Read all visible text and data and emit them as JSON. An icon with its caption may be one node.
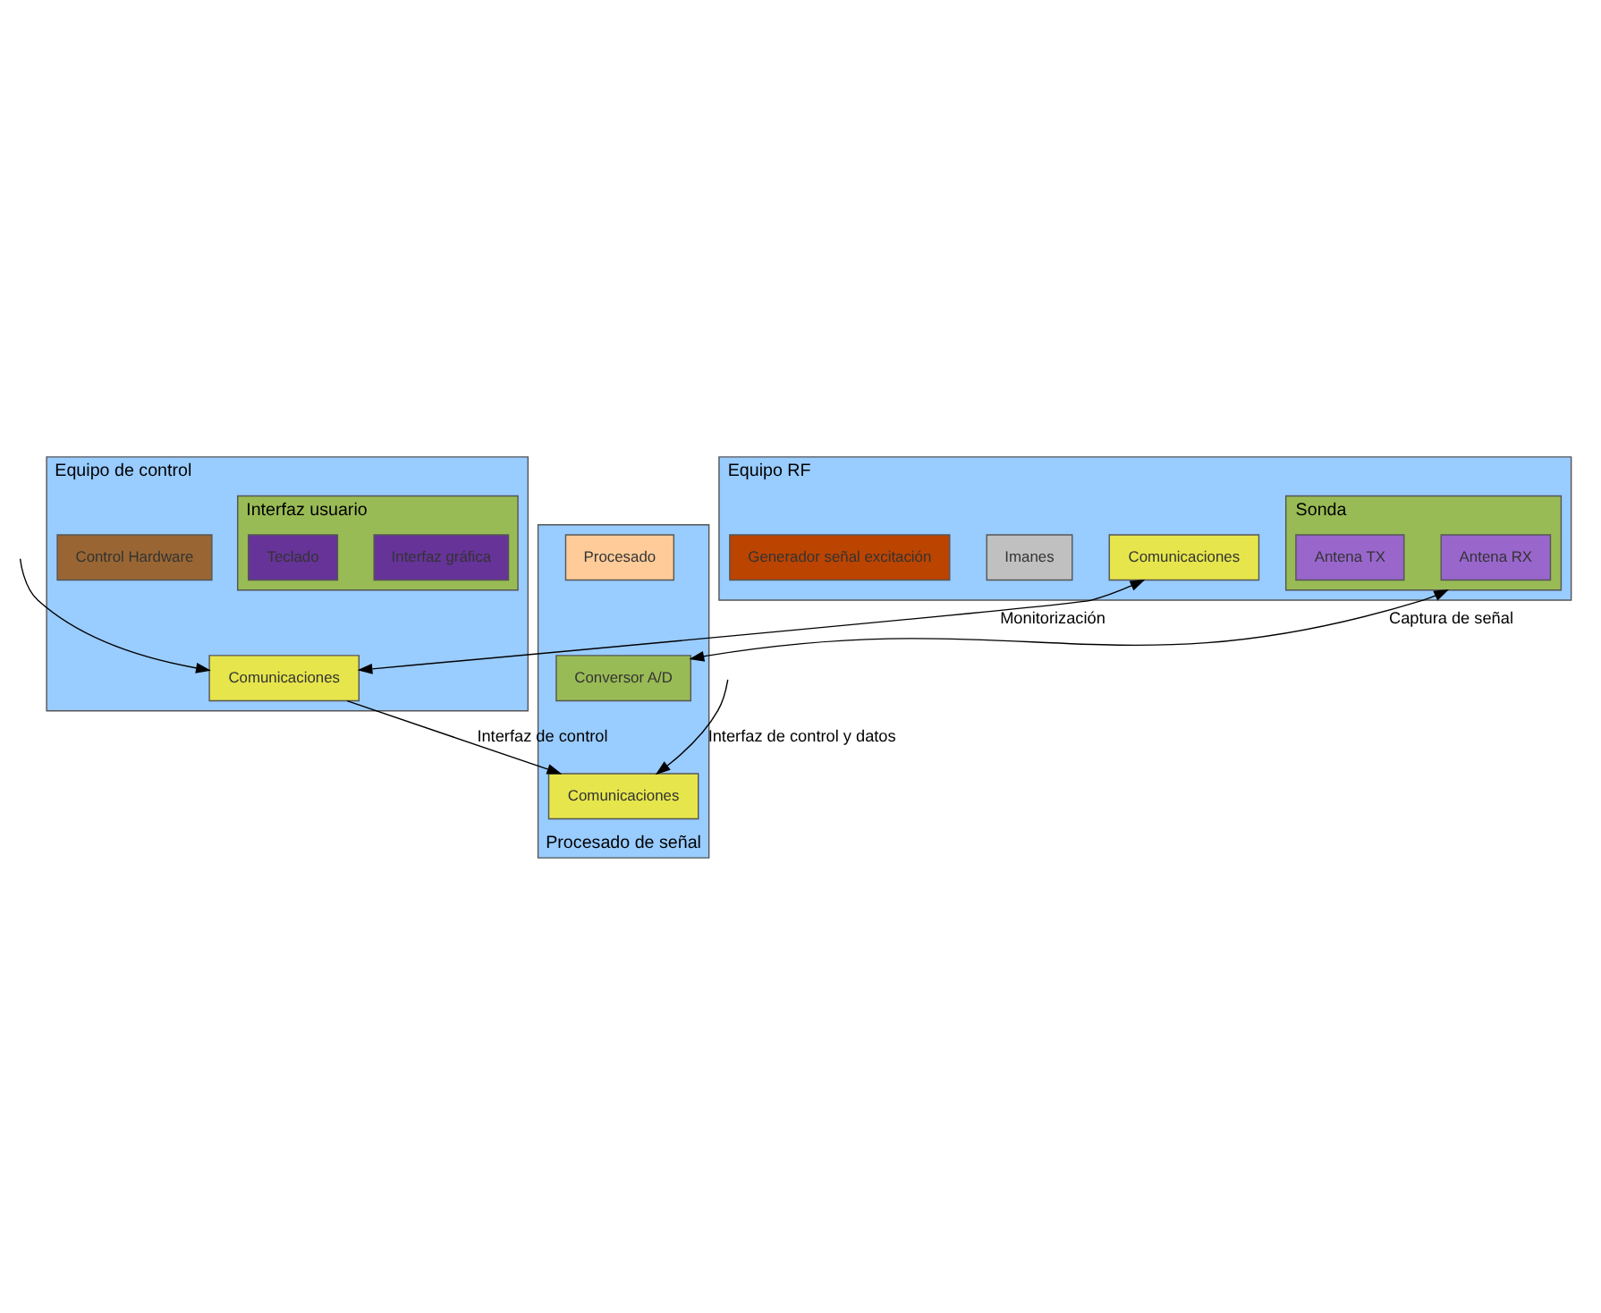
{
  "diagram": {
    "nodes": [
      {
        "text": [
          "Equipo RF"
        ]
      },
      {
        "text": [
          "Comunicaciones"
        ],
        "in": 0
      },
      {
        "text": [
          "Imanes"
        ],
        "in": 0
      },
      {
        "text": [
          "Sonda"
        ],
        "in": 0
      },
      {
        "text": [
          "Antena RX"
        ],
        "in": 3
      },
      {
        "text": [
          "Antena TX"
        ],
        "in": 3
      },
      {
        "text": [
          "Generador señal excitación"
        ],
        "in": 0
      },
      {
        "text": [
          "Equipo de control"
        ]
      },
      {
        "text": [
          "Comunicaciones"
        ],
        "in": 7
      },
      {
        "text": [
          "Control Hardware"
        ],
        "in": 7
      },
      {
        "text": [
          "Interfaz usuario"
        ],
        "in": 7
      },
      {
        "text": [
          "Interfaz gráfica"
        ],
        "in": 10
      },
      {
        "text": [
          "Teclado"
        ],
        "in": 10
      },
      {
        "text": [
          "Procesado de señal"
        ]
      },
      {
        "text": [
          "Procesado"
        ],
        "in": 13
      },
      {
        "text": [
          "Comunicaciones"
        ],
        "in": 13
      },
      {
        "text": [
          "Conversor A/D"
        ],
        "in": 13
      }
    ],
    "edges": [
      {
        "from": 1,
        "to": 8,
        "arrow": "both",
        "label": "Monitorización"
      },
      {
        "from": 8,
        "to": 15,
        "arrow": "to",
        "label": "Interfaz de control"
      },
      {
        "from": null,
        "to": 8,
        "arrow": "to"
      },
      {
        "from": 3,
        "to": 16,
        "arrow": "both",
        "label": "Captura de señal"
      },
      {
        "from": null,
        "to": 15,
        "arrow": "to",
        "label": "Interfaz de control y datos"
      }
    ]
  }
}
